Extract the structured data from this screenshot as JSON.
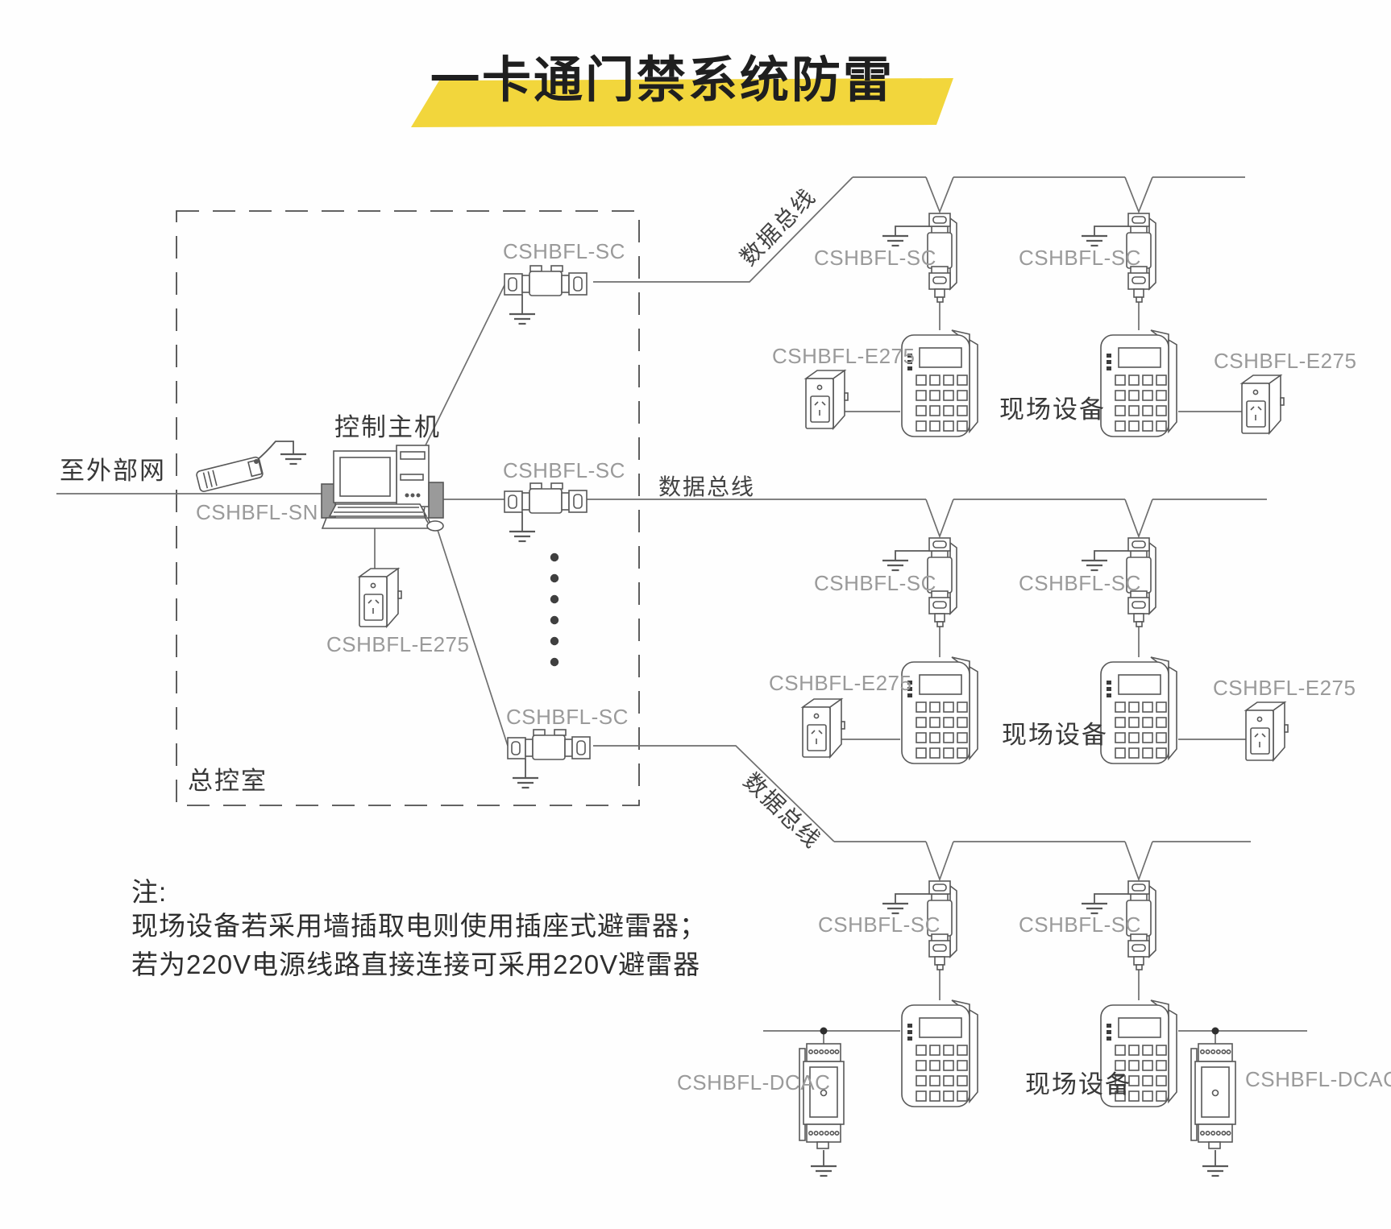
{
  "title": {
    "text": "一卡通门禁系统防雷"
  },
  "colors": {
    "highlight": "#F2D63C",
    "device_label": "#9A9A9A",
    "text": "#3A3A3A",
    "line": "#6F6F6F"
  },
  "control_room": {
    "room_label": "总控室",
    "external_label": "至外部网",
    "host_label": "控制主机",
    "sn_label": "CSHBFL-SN",
    "host_e275_label": "CSHBFL-E275",
    "sc_top_label": "CSHBFL-SC",
    "sc_mid_label": "CSHBFL-SC",
    "sc_bottom_label": "CSHBFL-SC"
  },
  "buses": {
    "top_label": "数据总线",
    "middle_label": "数据总线",
    "bottom_label": "数据总线"
  },
  "row1": {
    "sc_left": "CSHBFL-SC",
    "sc_right": "CSHBFL-SC",
    "e275_left": "CSHBFL-E275",
    "e275_right": "CSHBFL-E275",
    "field_label": "现场设备"
  },
  "row2": {
    "sc_left": "CSHBFL-SC",
    "sc_right": "CSHBFL-SC",
    "e275_left": "CSHBFL-E275",
    "e275_right": "CSHBFL-E275",
    "field_label": "现场设备"
  },
  "row3": {
    "sc_left": "CSHBFL-SC",
    "sc_right": "CSHBFL-SC",
    "dcac_left": "CSHBFL-DCAC",
    "dcac_right": "CSHBFL-DCAC",
    "field_label": "现场设备"
  },
  "note": {
    "heading": "注:",
    "line1": "现场设备若采用墙插取电则使用插座式避雷器；",
    "line2": "若为220V电源线路直接连接可采用220V避雷器"
  }
}
